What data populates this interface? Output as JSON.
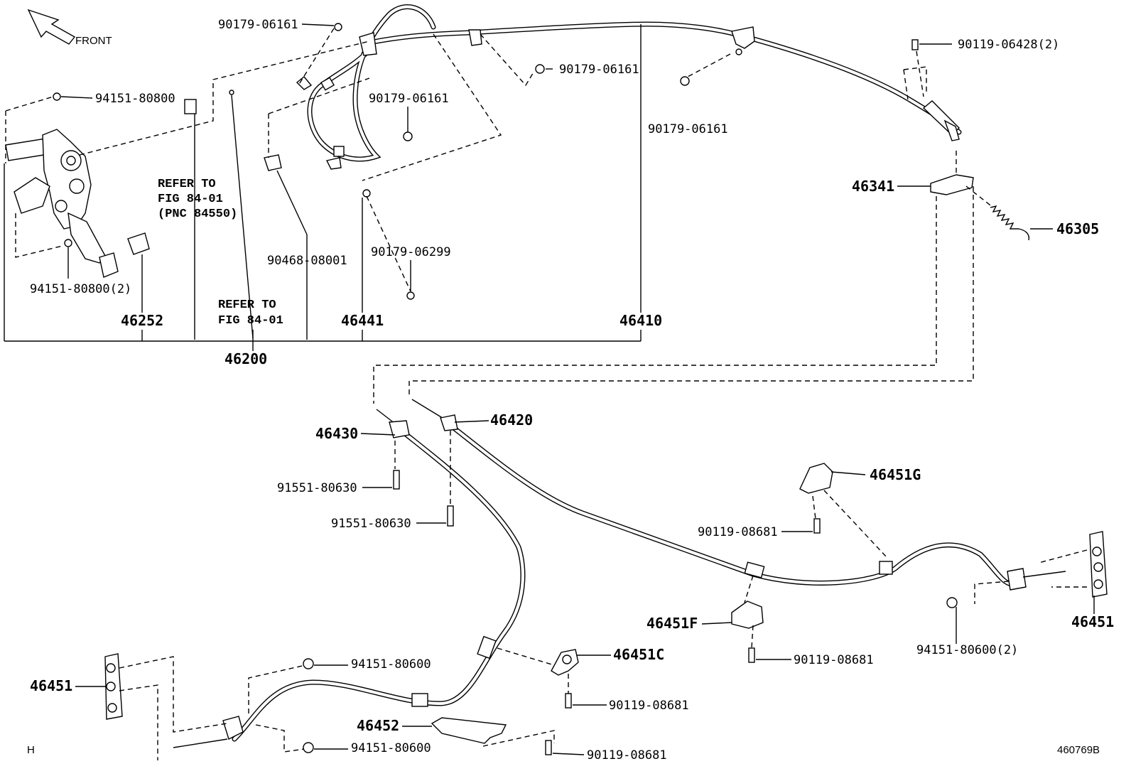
{
  "header": {
    "front": "FRONT"
  },
  "footer": {
    "corner_mark": "H",
    "figure_id": "460769B"
  },
  "notes": {
    "refer_to_1": [
      "REFER TO",
      "FIG 84-01",
      "(PNC 84550)"
    ],
    "refer_to_2": [
      "REFER TO",
      "FIG 84-01"
    ]
  },
  "parts": {
    "p90179_06161_a": "90179-06161",
    "p90179_06161_b": "90179-06161",
    "p90179_06161_c": "90179-06161",
    "p90179_06161_d": "90179-06161",
    "p90119_06428": "90119-06428(2)",
    "p94151_80800": "94151-80800",
    "p94151_80800_2": "94151-80800(2)",
    "p90468_08001": "90468-08001",
    "p90179_06299": "90179-06299",
    "p46341": "46341",
    "p46305": "46305",
    "p46252": "46252",
    "p46441": "46441",
    "p46410": "46410",
    "p46200": "46200",
    "p46430": "46430",
    "p46420": "46420",
    "p91551_80630_a": "91551-80630",
    "p91551_80630_b": "91551-80630",
    "p46451G": "46451G",
    "p90119_08681_a": "90119-08681",
    "p90119_08681_b": "90119-08681",
    "p90119_08681_c": "90119-08681",
    "p90119_08681_d": "90119-08681",
    "p46451F": "46451F",
    "p46451C": "46451C",
    "p46451_left": "46451",
    "p46451_right": "46451",
    "p94151_80600_a": "94151-80600",
    "p94151_80600_b": "94151-80600",
    "p94151_80600_2": "94151-80600(2)",
    "p46452": "46452"
  }
}
